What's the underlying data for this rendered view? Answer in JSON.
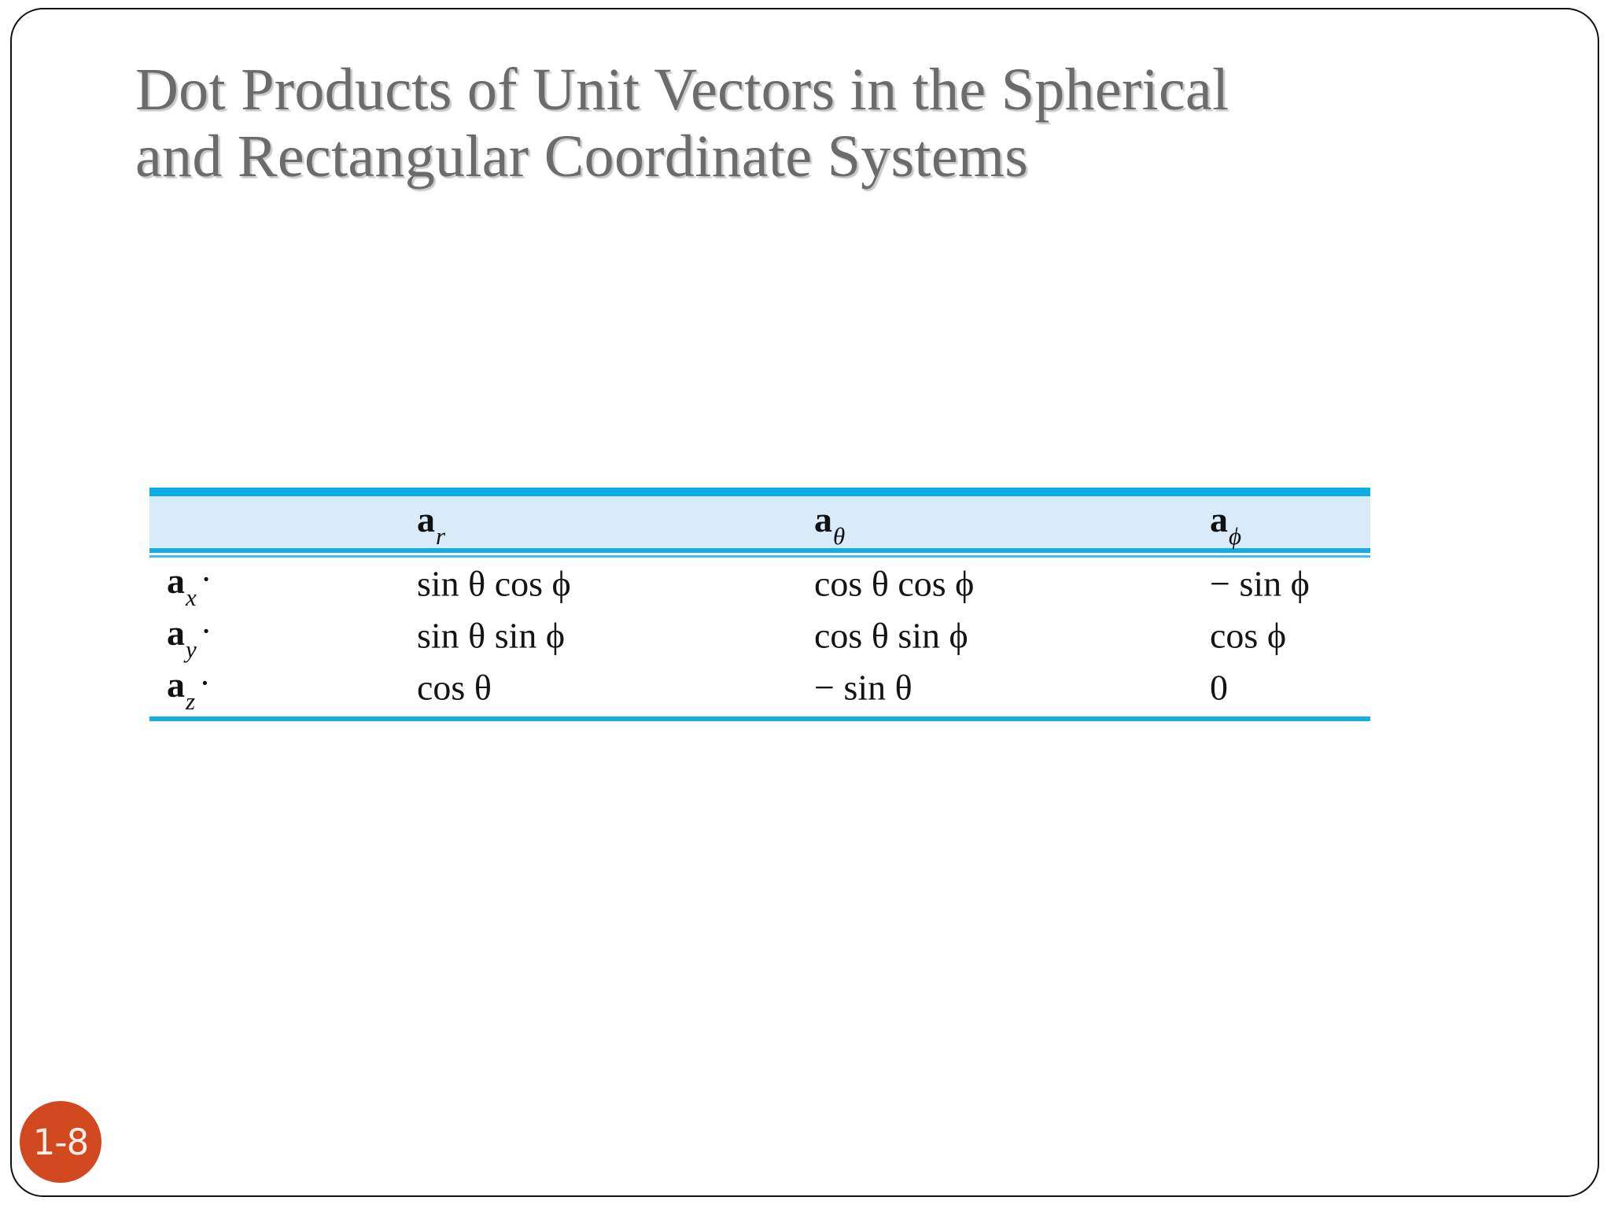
{
  "slide": {
    "title_line1": "Dot Products of Unit Vectors in the Spherical",
    "title_line2": "and Rectangular Coordinate Systems",
    "title_full": "Dot Products of Unit Vectors in the Spherical and Rectangular Coordinate Systems",
    "title_color": "#6b6b6b",
    "background_color": "#ffffff",
    "border_color": "#111111"
  },
  "badge": {
    "label": "1-8",
    "fill_color": "#d2481f",
    "text_color": "#f6ece8"
  },
  "table": {
    "accent_bar_color": "#0aade5",
    "header_fill_color": "#d9eaf8",
    "rule_color": "#12aee6",
    "corner_header": "",
    "column_headers": [
      {
        "vector": "a",
        "subscript": "r"
      },
      {
        "vector": "a",
        "subscript": "θ"
      },
      {
        "vector": "a",
        "subscript": "ϕ"
      }
    ],
    "rows": [
      {
        "label": {
          "vector": "a",
          "subscript": "x",
          "operator": "·"
        },
        "cells": [
          "sin θ cos ϕ",
          "cos θ cos ϕ",
          "− sin ϕ"
        ]
      },
      {
        "label": {
          "vector": "a",
          "subscript": "y",
          "operator": "·"
        },
        "cells": [
          "sin θ sin ϕ",
          "cos θ sin ϕ",
          "cos ϕ"
        ]
      },
      {
        "label": {
          "vector": "a",
          "subscript": "z",
          "operator": "·"
        },
        "cells": [
          "cos θ",
          "− sin θ",
          "0"
        ]
      }
    ]
  }
}
